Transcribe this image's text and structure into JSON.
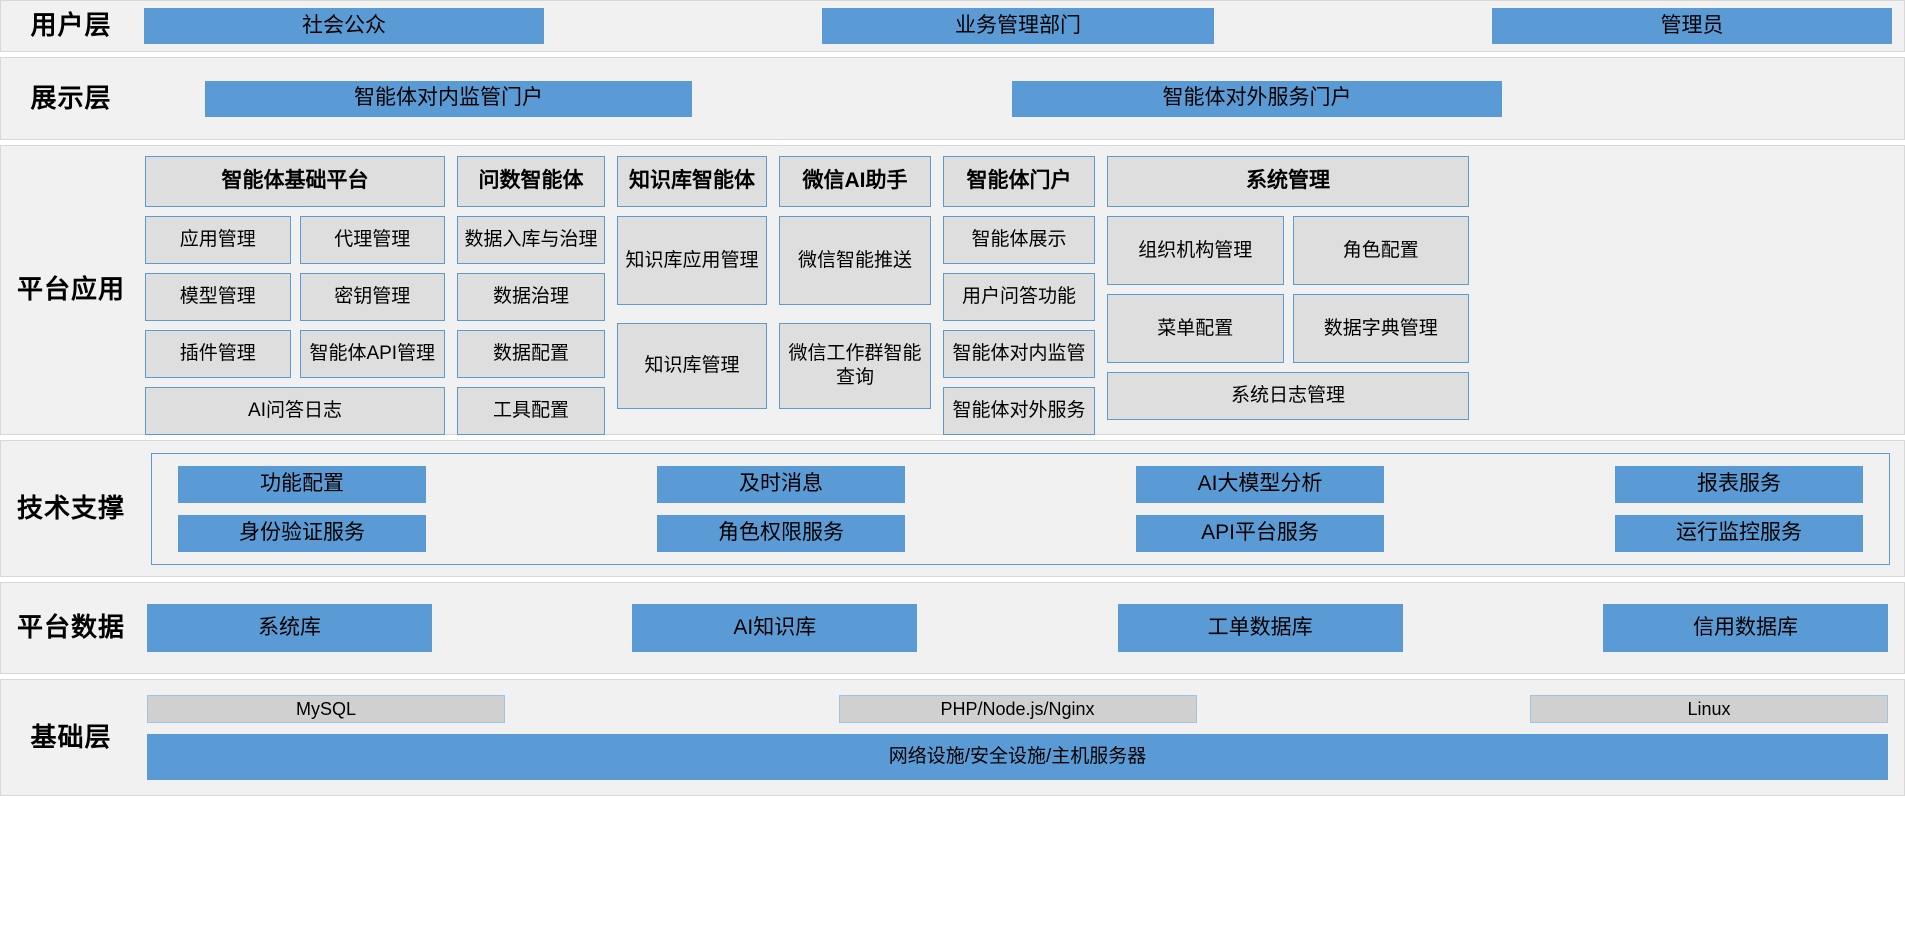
{
  "colors": {
    "blue": "#5b9bd5",
    "grey_box": "#dedede",
    "band_bg": "#f1f1f1",
    "border": "#5b9bd5"
  },
  "bands": {
    "user": {
      "label": "用户层",
      "items": [
        "社会公众",
        "业务管理部门",
        "管理员"
      ]
    },
    "presentation": {
      "label": "展示层",
      "items": [
        "智能体对内监管门户",
        "智能体对外服务门户"
      ]
    },
    "platform_apps": {
      "label": "平台\n应用",
      "label_line1": "平台",
      "label_line2": "应用",
      "columns": [
        {
          "title": "智能体基础平台",
          "pairs": [
            [
              "应用管理",
              "代理管理"
            ],
            [
              "模型管理",
              "密钥管理"
            ],
            [
              "插件管理",
              "智能体API管理"
            ]
          ],
          "wide": [
            "AI问答日志"
          ]
        },
        {
          "title": "问数智能体",
          "items": [
            "数据入库与治理",
            "数据治理",
            "数据配置",
            "工具配置"
          ]
        },
        {
          "title": "知识库智能体",
          "items": [
            "知识库应用管理",
            "知识库管理"
          ]
        },
        {
          "title": "微信AI助手",
          "items": [
            "微信智能推送",
            "微信工作群智能查询"
          ]
        },
        {
          "title": "智能体门户",
          "items": [
            "智能体展示",
            "用户问答功能",
            "智能体对内监管",
            "智能体对外服务"
          ]
        },
        {
          "title": "系统管理",
          "pairs": [
            [
              "组织机构管理",
              "角色配置"
            ],
            [
              "菜单配置",
              "数据字典管理"
            ]
          ],
          "wide": [
            "系统日志管理"
          ]
        }
      ]
    },
    "tech_support": {
      "label_line1": "技术",
      "label_line2": "支撑",
      "row1": [
        "功能配置",
        "及时消息",
        "AI大模型分析",
        "报表服务"
      ],
      "row2": [
        "身份验证服务",
        "角色权限服务",
        "API平台服务",
        "运行监控服务"
      ]
    },
    "platform_data": {
      "label_line1": "平台",
      "label_line2": "数据",
      "items": [
        "系统库",
        "AI知识库",
        "工单数据库",
        "信用数据库"
      ]
    },
    "infrastructure": {
      "label": "基础层",
      "row1": [
        "MySQL",
        "PHP/Node.js/Nginx",
        "Linux"
      ],
      "row2": "网络设施/安全设施/主机服务器"
    }
  }
}
